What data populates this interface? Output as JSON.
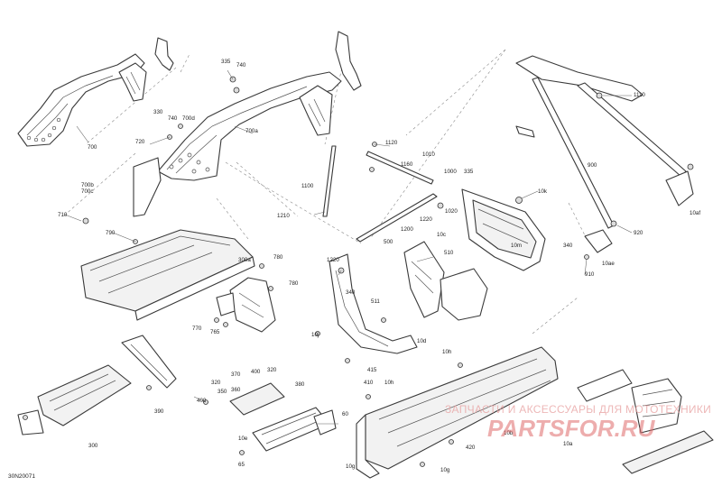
{
  "diagram_id": "30N20071",
  "watermark": {
    "line1": "ЗАПЧАСТИ И АКСЕССУАРЫ ДЛЯ МОТОТЕХНИКИ",
    "line2": "PARTSFOR.RU"
  },
  "callouts": [
    {
      "id": "c700",
      "text": "700"
    },
    {
      "id": "c700b",
      "text": "700b"
    },
    {
      "id": "c700c",
      "text": "700c"
    },
    {
      "id": "c710",
      "text": "710"
    },
    {
      "id": "c790",
      "text": "790"
    },
    {
      "id": "c335a",
      "text": "335"
    },
    {
      "id": "c740a",
      "text": "740"
    },
    {
      "id": "c330",
      "text": "330"
    },
    {
      "id": "c740b",
      "text": "740"
    },
    {
      "id": "c700d",
      "text": "700d"
    },
    {
      "id": "c720",
      "text": "720"
    },
    {
      "id": "c700a",
      "text": "700a"
    },
    {
      "id": "c300a",
      "text": "300a"
    },
    {
      "id": "c780a",
      "text": "780"
    },
    {
      "id": "c780b",
      "text": "780"
    },
    {
      "id": "c770",
      "text": "770"
    },
    {
      "id": "c765",
      "text": "765"
    },
    {
      "id": "c1100",
      "text": "1100"
    },
    {
      "id": "c1210",
      "text": "1210"
    },
    {
      "id": "c1120",
      "text": "1120"
    },
    {
      "id": "c1010",
      "text": "1010"
    },
    {
      "id": "c1160",
      "text": "1160"
    },
    {
      "id": "c1000",
      "text": "1000"
    },
    {
      "id": "c335b",
      "text": "335"
    },
    {
      "id": "c1020",
      "text": "1020"
    },
    {
      "id": "c1220a",
      "text": "1220"
    },
    {
      "id": "c1200",
      "text": "1200"
    },
    {
      "id": "c10c",
      "text": "10c"
    },
    {
      "id": "c500",
      "text": "500"
    },
    {
      "id": "c510",
      "text": "510"
    },
    {
      "id": "c1220b",
      "text": "1220"
    },
    {
      "id": "c340a",
      "text": "340"
    },
    {
      "id": "c511",
      "text": "511"
    },
    {
      "id": "c10j",
      "text": "10j"
    },
    {
      "id": "c10d",
      "text": "10d"
    },
    {
      "id": "c415",
      "text": "415"
    },
    {
      "id": "c10k",
      "text": "10k"
    },
    {
      "id": "c10m",
      "text": "10m"
    },
    {
      "id": "c340b",
      "text": "340"
    },
    {
      "id": "c1110",
      "text": "1110"
    },
    {
      "id": "c900",
      "text": "900"
    },
    {
      "id": "c10af",
      "text": "10af"
    },
    {
      "id": "c920",
      "text": "920"
    },
    {
      "id": "c10ae",
      "text": "10ae"
    },
    {
      "id": "c910",
      "text": "910"
    },
    {
      "id": "c10h",
      "text": "10h"
    },
    {
      "id": "c410",
      "text": "410"
    },
    {
      "id": "c10hb",
      "text": "10h"
    },
    {
      "id": "c420",
      "text": "420"
    },
    {
      "id": "c10gb",
      "text": "10g"
    },
    {
      "id": "c10ga",
      "text": "10g"
    },
    {
      "id": "c10b",
      "text": "10b"
    },
    {
      "id": "c10a",
      "text": "10a"
    },
    {
      "id": "c370",
      "text": "370"
    },
    {
      "id": "c320a",
      "text": "320"
    },
    {
      "id": "c400a",
      "text": "400"
    },
    {
      "id": "c320b",
      "text": "320"
    },
    {
      "id": "c350",
      "text": "350"
    },
    {
      "id": "c380",
      "text": "380"
    },
    {
      "id": "c360",
      "text": "360"
    },
    {
      "id": "c400b",
      "text": "400"
    },
    {
      "id": "c60",
      "text": "60"
    },
    {
      "id": "c10e",
      "text": "10e"
    },
    {
      "id": "c65",
      "text": "65"
    },
    {
      "id": "c390",
      "text": "390"
    },
    {
      "id": "c300",
      "text": "300"
    }
  ]
}
